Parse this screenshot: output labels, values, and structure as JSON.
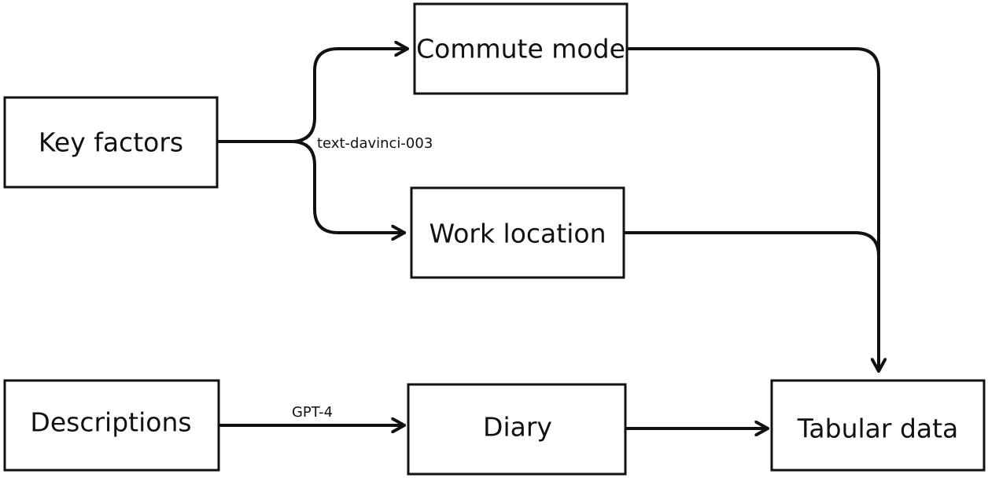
{
  "nodes": {
    "key_factors": "Key factors",
    "commute_mode": "Commute mode",
    "work_location": "Work location",
    "descriptions": "Descriptions",
    "diary": "Diary",
    "tabular_data": "Tabular data"
  },
  "edge_labels": {
    "text_davinci": "text-davinci-003",
    "gpt4": "GPT-4"
  },
  "colors": {
    "stroke": "#111111",
    "background": "#ffffff"
  }
}
